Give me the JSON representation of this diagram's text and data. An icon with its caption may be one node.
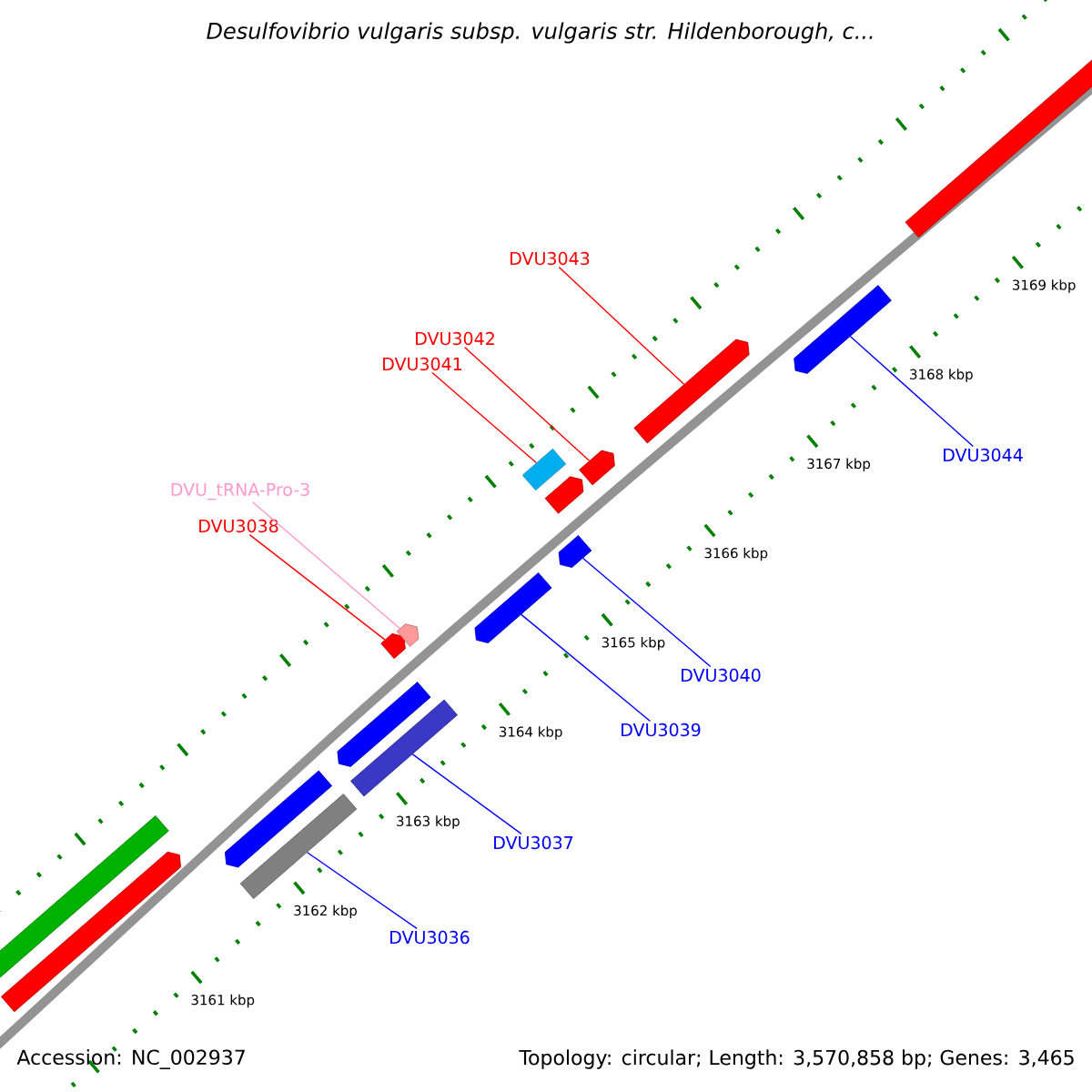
{
  "diagram": {
    "title": "Desulfovibrio vulgaris subsp. vulgaris str. Hildenborough, c...",
    "nodes": [
      {
        "text": [
          "DVU3043"
        ]
      },
      {
        "text": [
          "DVU3042"
        ]
      },
      {
        "text": [
          "DVU3041"
        ]
      },
      {
        "text": [
          "DVU_tRNA-Pro-3"
        ]
      },
      {
        "text": [
          "DVU3038"
        ]
      },
      {
        "text": [
          "DVU3044"
        ]
      },
      {
        "text": [
          "DVU3040"
        ]
      },
      {
        "text": [
          "DVU3039"
        ]
      },
      {
        "text": [
          "DVU3037"
        ]
      },
      {
        "text": [
          "DVU3036"
        ]
      },
      {
        "text": [],
        "shape": "bar"
      },
      {
        "text": [],
        "shape": "bar"
      },
      {
        "text": [],
        "shape": "bar"
      },
      {
        "text": [],
        "shape": "bar"
      },
      {
        "text": [],
        "shape": "bar"
      },
      {
        "text": [],
        "shape": "bar"
      },
      {
        "text": [],
        "shape": "bar"
      },
      {
        "text": [],
        "shape": "bar"
      },
      {
        "text": [],
        "shape": "bar"
      },
      {
        "text": [],
        "shape": "bar"
      },
      {
        "text": [],
        "shape": "bar"
      },
      {
        "text": [],
        "shape": "bar"
      },
      {
        "text": [],
        "shape": "bar"
      },
      {
        "text": [],
        "shape": "bar"
      },
      {
        "text": [],
        "shape": "bar"
      },
      {
        "text": [],
        "shape": "bar"
      }
    ],
    "edges": [
      {
        "from": 0,
        "to": 23,
        "arrow": "none",
        "color": "#ff0000"
      },
      {
        "from": 1,
        "to": 22,
        "arrow": "none",
        "color": "#ff0000"
      },
      {
        "from": 2,
        "to": 19,
        "arrow": "none",
        "color": "#ff0000"
      },
      {
        "from": 3,
        "to": 17,
        "arrow": "none",
        "color": "#ff99cc"
      },
      {
        "from": 4,
        "to": 15,
        "arrow": "none",
        "color": "#ff0000"
      },
      {
        "from": 5,
        "to": 24,
        "arrow": "none"
      },
      {
        "from": 6,
        "to": 21,
        "arrow": "none"
      },
      {
        "from": 7,
        "to": 18,
        "arrow": "none"
      },
      {
        "from": 8,
        "to": 16,
        "arrow": "none"
      },
      {
        "from": 9,
        "to": 13,
        "arrow": "none"
      }
    ],
    "labels": [
      "3169 kbp",
      "3168 kbp",
      "3167 kbp",
      "3166 kbp",
      "3165 kbp",
      "3164 kbp",
      "3163 kbp",
      "3162 kbp",
      "3161 kbp",
      "Accession: NC_002937",
      "Topology: circular; Length: 3,570,858 bp; Genes: 3,465"
    ]
  }
}
